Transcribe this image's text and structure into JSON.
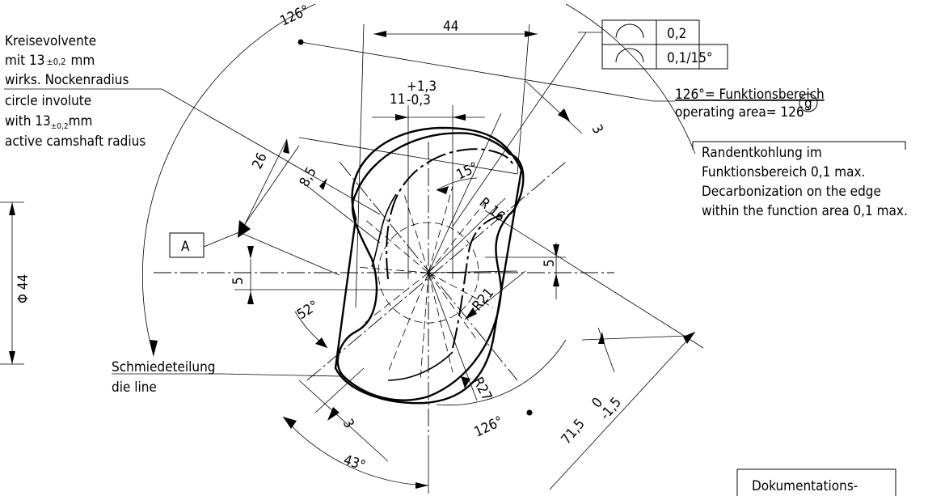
{
  "note_involute": {
    "line1": "Kreisevolvente",
    "line2": "mit 13",
    "tol": "±0,2",
    "line2b": "mm",
    "line3": "wirks. Nockenradius",
    "line4": "circle involute",
    "line5": "with 13",
    "tol2": "±0,2",
    "line5b": "mm",
    "line6": "active camshaft radius"
  },
  "datum": {
    "label": "A"
  },
  "dims": {
    "d44": "44",
    "d11": "11",
    "d11_up": "+1,3",
    "d11_lo": "-0,3",
    "d26": "26",
    "d8_5": "8,5",
    "d15deg": "15°",
    "r16": "R 16",
    "r21": "R21",
    "r27": "R27",
    "d5_left": "5",
    "d5_right": "5",
    "d3_top": "3",
    "d3_bottom": "3",
    "a52": "52°",
    "a43": "43°",
    "a126_top": "126°",
    "a126_bottom": "126°",
    "phi44": "Φ 44",
    "d71_5": "71,5",
    "d71_up": "0",
    "d71_lo": "-1,5"
  },
  "tolerance_frame": {
    "row1_value": "0,2",
    "row2_value": "0,1/15°"
  },
  "operating_area": {
    "line1": "126°= Funktionsbereich",
    "line2": "operating area= 126°",
    "flag": "g"
  },
  "decarb_note": {
    "line1": "Randentkohlung im",
    "line2": "Funktionsbereich 0,1 max.",
    "line3": "Decarbonization on the edge",
    "line4": "within the function area 0,1 max."
  },
  "forging_note": {
    "line1": "Schmiedeteilung",
    "line2": "die line"
  },
  "doc_box": {
    "label": "Dokumentations-"
  }
}
